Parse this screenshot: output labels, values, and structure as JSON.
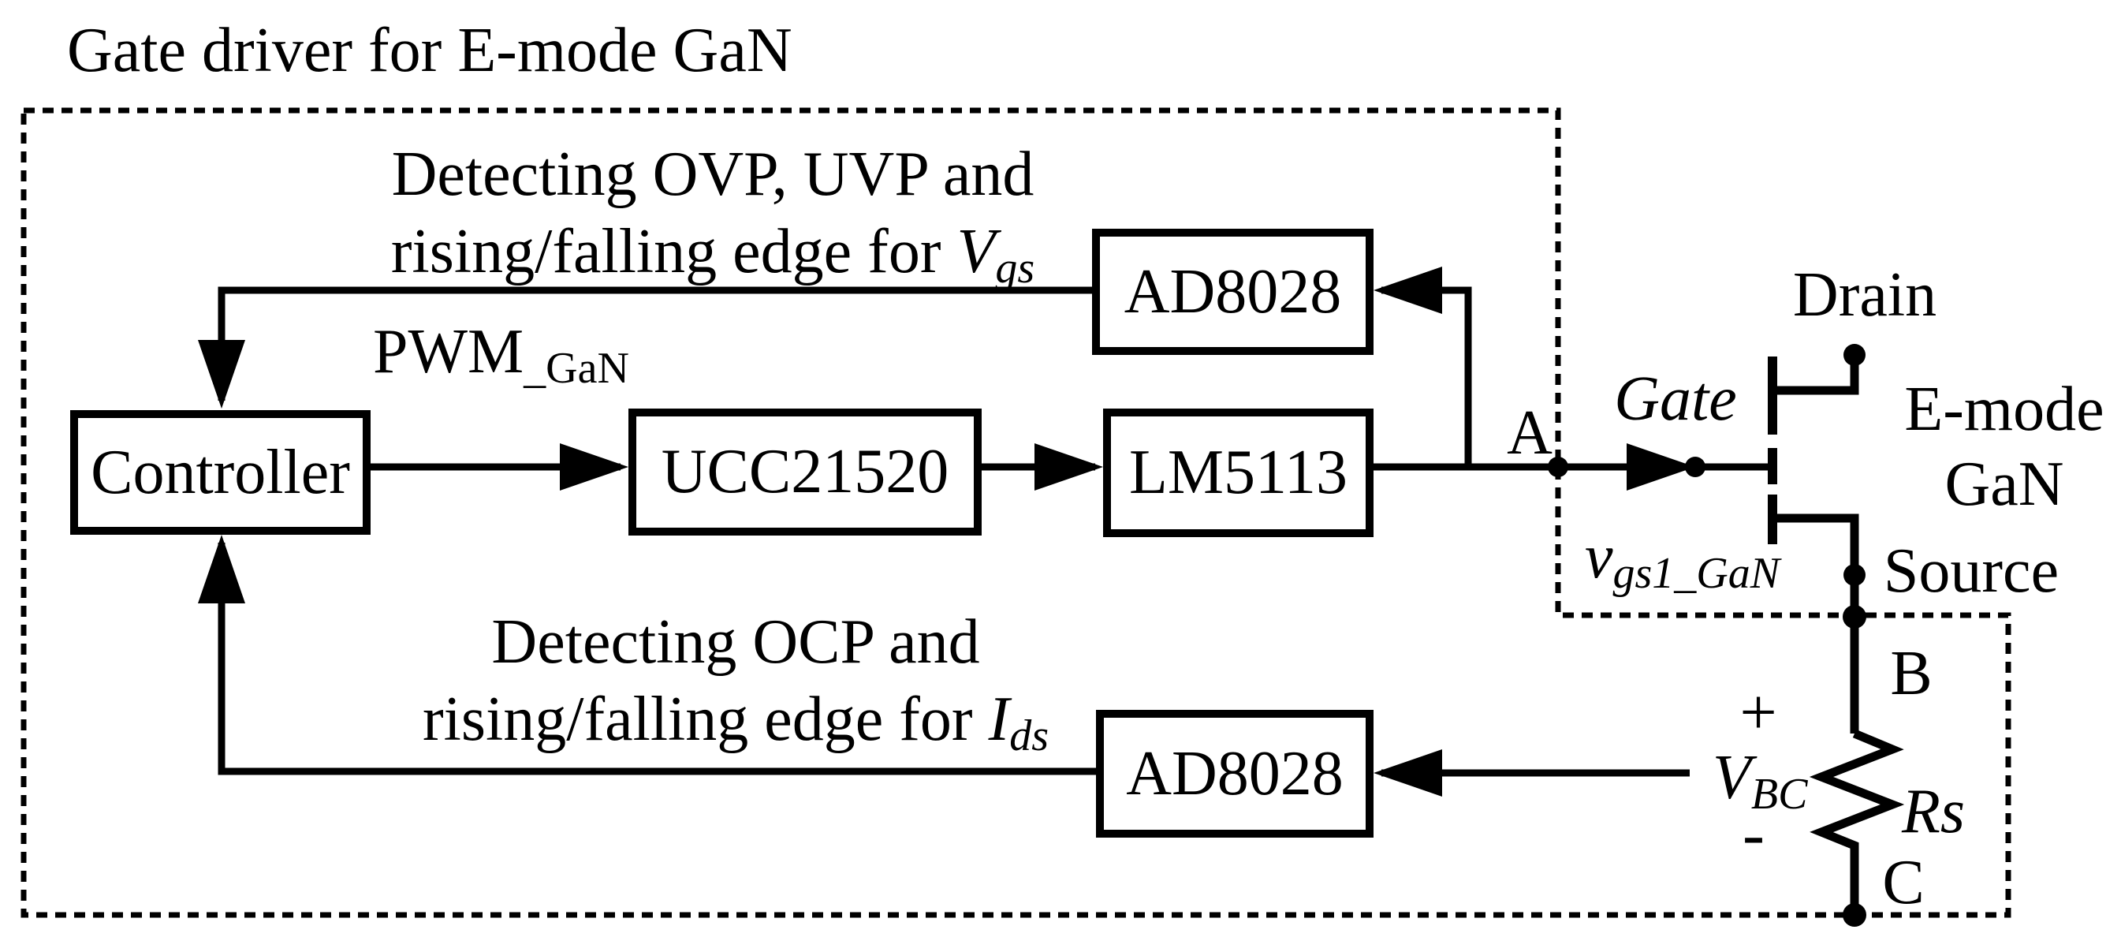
{
  "colors": {
    "ink": "#000000",
    "paper": "#ffffff"
  },
  "title": "Gate driver for E-mode GaN",
  "blocks": {
    "controller": "Controller",
    "isolator": "UCC21520",
    "driver": "LM5113",
    "opamp_top": "AD8028",
    "opamp_bottom": "AD8028"
  },
  "annotations": {
    "vgs_detect": {
      "line1": "Detecting OVP, UVP and",
      "line2_prefix": "rising/falling edge for ",
      "symbol": "V",
      "symbol_sub": "gs"
    },
    "ocp_detect": {
      "line1": "Detecting OCP and",
      "line2_prefix": "rising/falling edge for ",
      "symbol": "I",
      "symbol_sub": "ds"
    },
    "pwm_signal": {
      "main": "PWM",
      "sub": "_GaN"
    }
  },
  "nodes": {
    "a": "A",
    "b": "B",
    "c": "C"
  },
  "transistor": {
    "gate_label": "Gate",
    "drain_label": "Drain",
    "source_label": "Source",
    "device_line1": "E-mode",
    "device_line2": "GaN",
    "vgs_label": {
      "main": "v",
      "sub": "gs1_GaN"
    }
  },
  "shunt": {
    "plus": "+",
    "minus": "-",
    "voltage": {
      "main": "V",
      "sub": "BC"
    },
    "resistor": "Rs"
  }
}
